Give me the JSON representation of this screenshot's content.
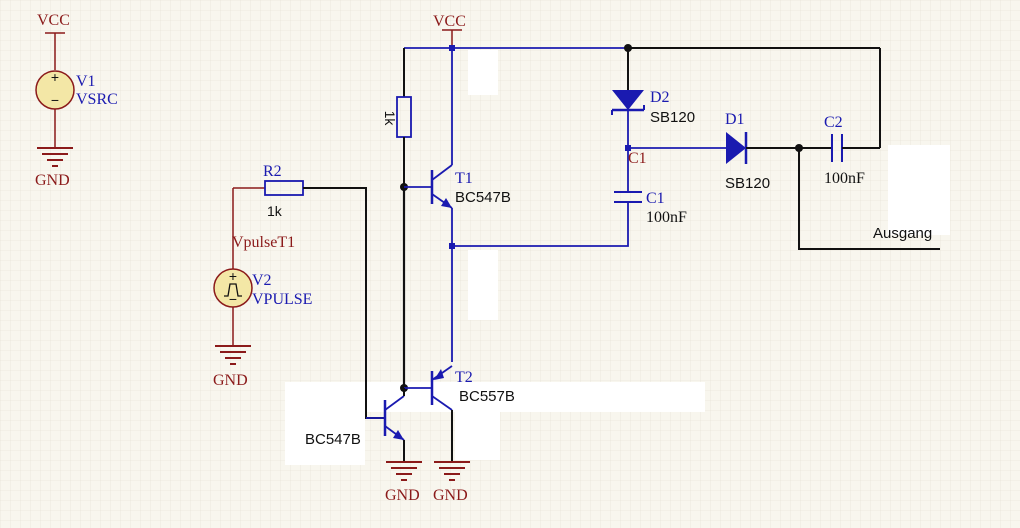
{
  "labels": {
    "vcc_left": "VCC",
    "vcc_top": "VCC",
    "v1_name": "V1",
    "v1_value": "VSRC",
    "gnd_v1": "GND",
    "r2_name": "R2",
    "r2_value": "1k",
    "net_vpulse": "VpulseT1",
    "v2_name": "V2",
    "v2_value": "VPULSE",
    "gnd_v2": "GND",
    "r1_value": "1k",
    "t1_name": "T1",
    "t1_value": "BC547B",
    "t2_name": "T2",
    "t2_value": "BC557B",
    "t3_value": "BC547B",
    "gnd_t3": "GND",
    "gnd_t2": "GND",
    "d2_name": "D2",
    "d2_value": "SB120",
    "d1_name": "D1",
    "d1_value": "SB120",
    "net_c1": "C1",
    "c1_name": "C1",
    "c1_value": "100nF",
    "c2_name": "C2",
    "c2_value": "100nF",
    "output": "Ausgang"
  },
  "colors": {
    "background": "#f8f6ee",
    "grid": "#e4e0d2",
    "wire_red": "#8b1a1a",
    "wire_blue": "#1a1ab0",
    "wire_black": "#111111",
    "source_fill": "#f3e7a6"
  }
}
